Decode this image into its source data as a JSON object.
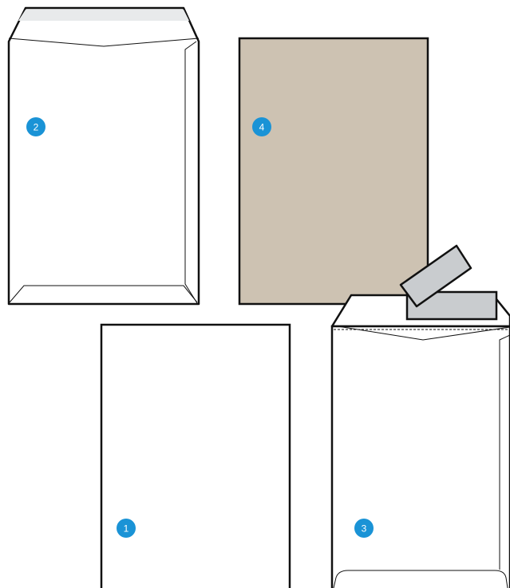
{
  "colors": {
    "outline": "#111111",
    "paper": "#ffffff",
    "flap_band": "#e8eaeb",
    "kraft": "#cdc2b2",
    "strip": "#c9cccf",
    "badge": "#1a93d6"
  },
  "badges": {
    "b1": "1",
    "b2": "2",
    "b3": "3",
    "b4": "4"
  }
}
